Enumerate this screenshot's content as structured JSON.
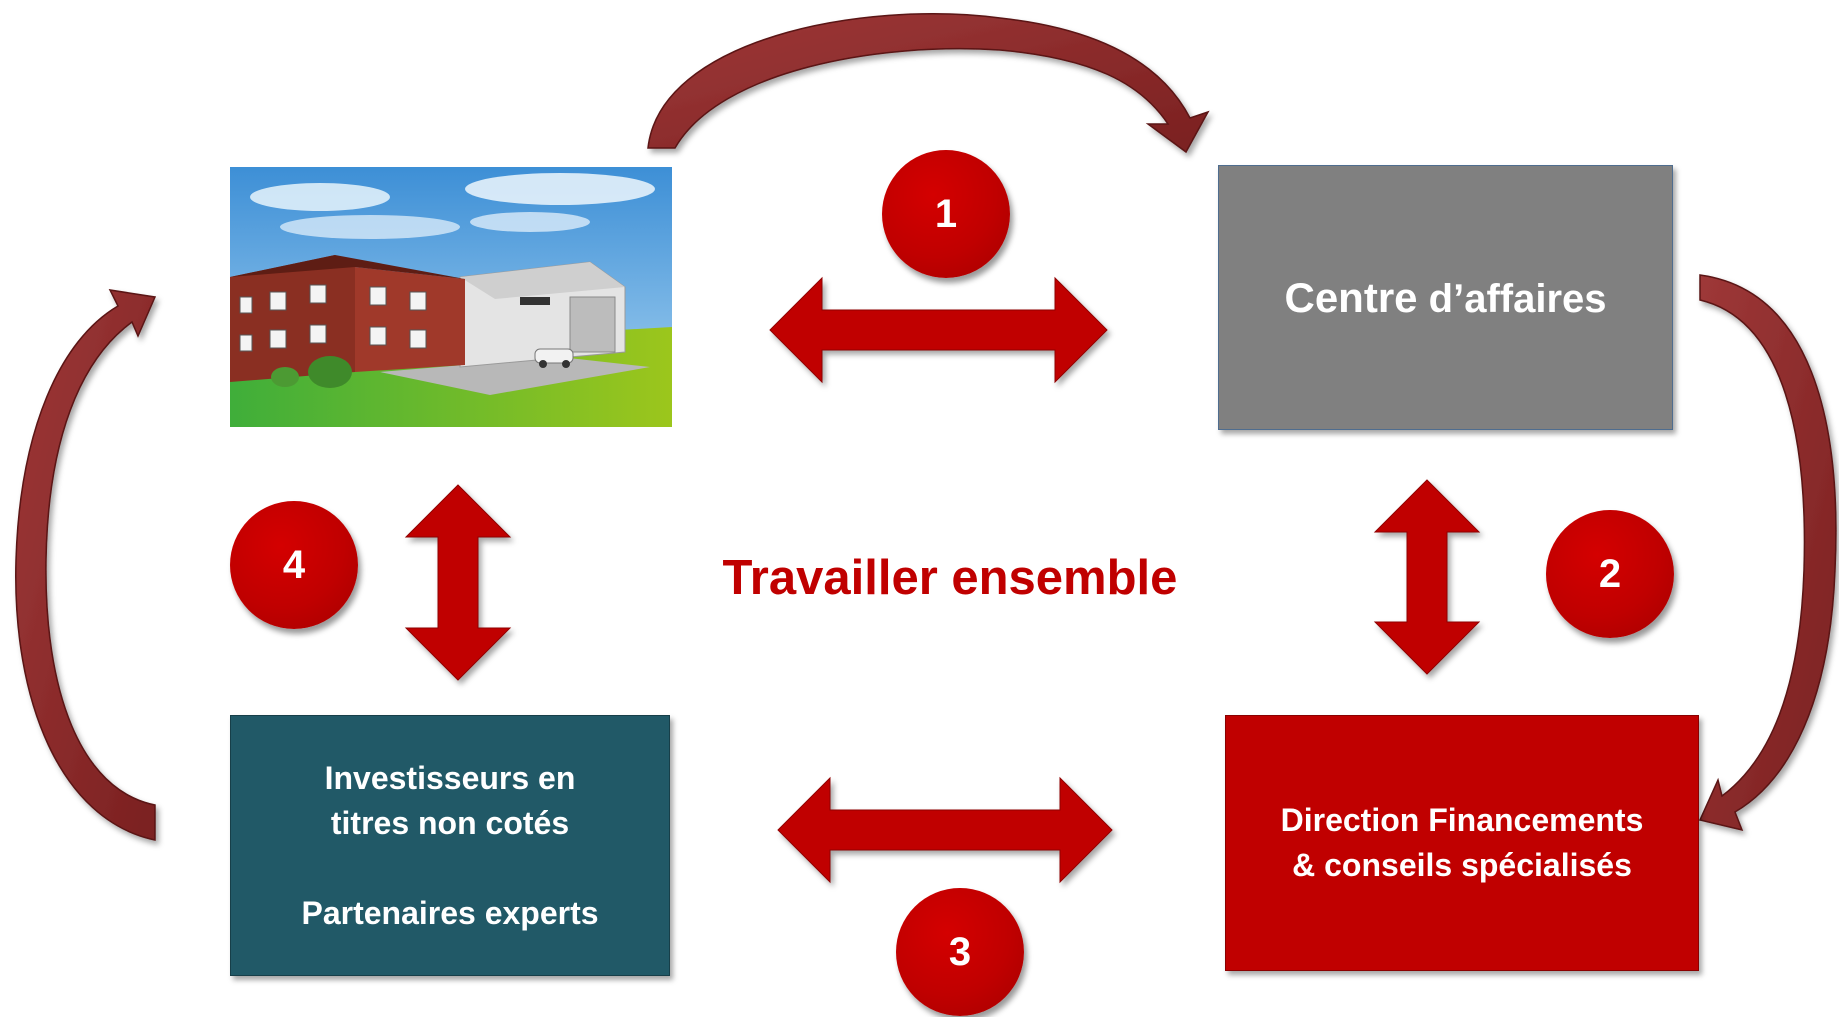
{
  "diagram": {
    "center_label": "Travailler ensemble",
    "nodes": {
      "centre": {
        "label_lead": "Centre",
        "label_rest": " d’affaires"
      },
      "direction": {
        "line1": "Direction Financements",
        "line2": "& conseils spécialisés"
      },
      "investisseurs": {
        "line1": "Investisseurs en",
        "line2": "titres non cotés",
        "line3": "Partenaires experts"
      },
      "company_image": {
        "icon": "factory-building-illustration"
      }
    },
    "steps": [
      "1",
      "2",
      "3",
      "4"
    ]
  },
  "colors": {
    "accent_red": "#c00000",
    "curved_arrow": "#8b2a2a",
    "grey_box": "#808080",
    "teal_box": "#215967"
  }
}
